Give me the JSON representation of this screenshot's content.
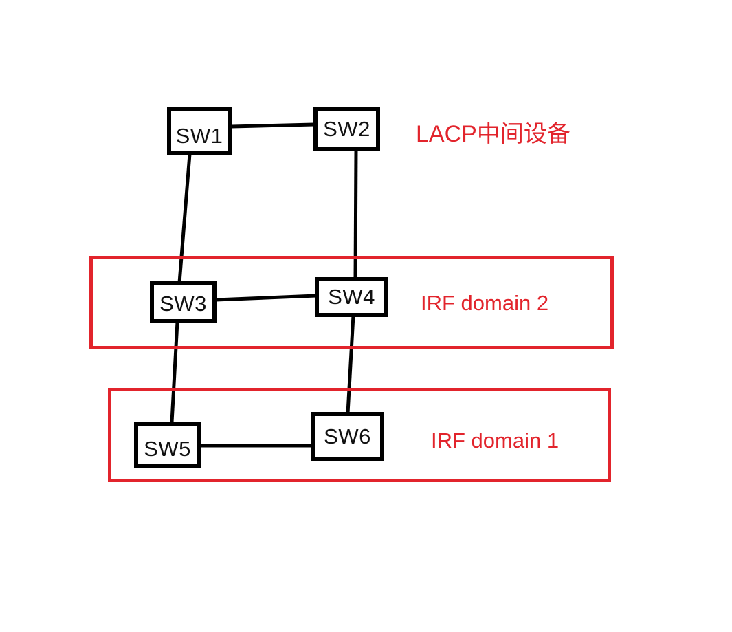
{
  "diagram": {
    "type": "network-topology",
    "annotations": {
      "lacp": "LACP中间设备",
      "irf_domain_2": "IRF domain 2",
      "irf_domain_1": "IRF domain 1"
    },
    "nodes": [
      {
        "id": "sw1",
        "label": "SW1"
      },
      {
        "id": "sw2",
        "label": "SW2"
      },
      {
        "id": "sw3",
        "label": "SW3"
      },
      {
        "id": "sw4",
        "label": "SW4"
      },
      {
        "id": "sw5",
        "label": "SW5"
      },
      {
        "id": "sw6",
        "label": "SW6"
      }
    ],
    "edges": [
      [
        "SW1",
        "SW2"
      ],
      [
        "SW1",
        "SW3"
      ],
      [
        "SW2",
        "SW4"
      ],
      [
        "SW3",
        "SW4"
      ],
      [
        "SW3",
        "SW5"
      ],
      [
        "SW4",
        "SW6"
      ],
      [
        "SW5",
        "SW6"
      ]
    ],
    "groups": [
      {
        "label": "IRF domain 2",
        "members": [
          "SW3",
          "SW4"
        ]
      },
      {
        "label": "IRF domain 1",
        "members": [
          "SW5",
          "SW6"
        ]
      }
    ],
    "colors": {
      "annotation_red": "#e2242c",
      "line_black": "#000000",
      "background": "#ffffff"
    }
  }
}
